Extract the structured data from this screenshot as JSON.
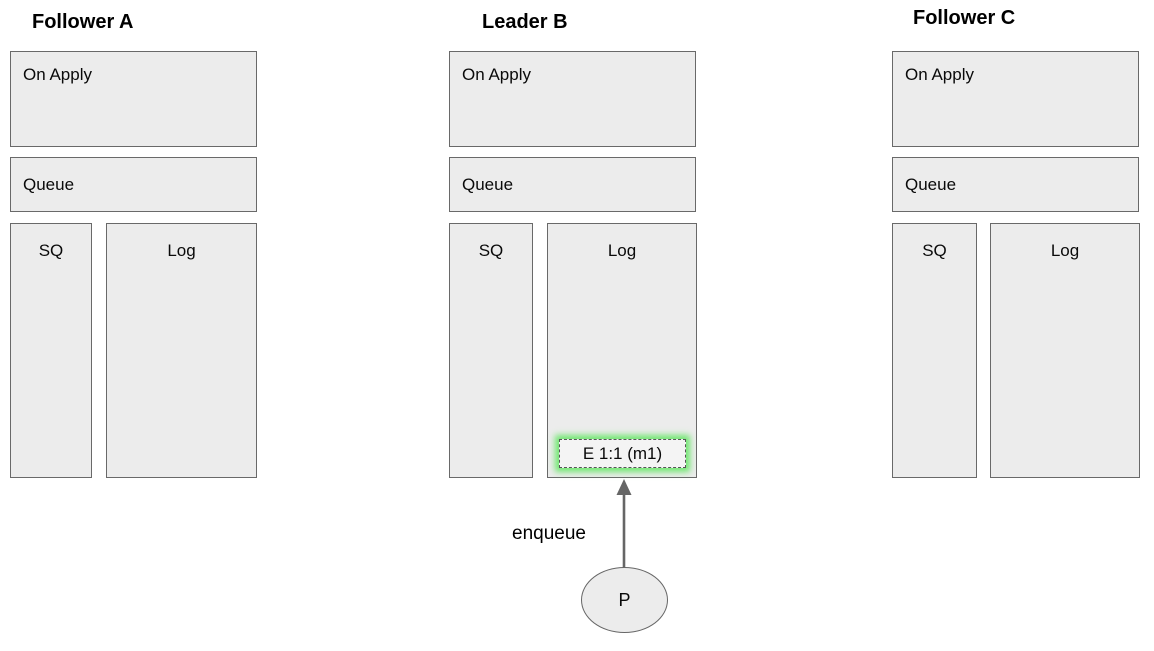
{
  "diagram": {
    "colors": {
      "box_fill": "#ececec",
      "box_border": "#696969",
      "entry_fill": "#f4f4f4",
      "entry_border": "#555555",
      "highlight_glow": "#5ce65c",
      "arrow": "#666666",
      "text": "#000000"
    },
    "columns": [
      {
        "id": "follower-a",
        "title": "Follower A",
        "boxes": {
          "on_apply": "On Apply",
          "queue": "Queue",
          "sq": "SQ",
          "log": "Log"
        }
      },
      {
        "id": "leader-b",
        "title": "Leader B",
        "boxes": {
          "on_apply": "On Apply",
          "queue": "Queue",
          "sq": "SQ",
          "log": "Log"
        },
        "log_entry": {
          "label": "E 1:1 (m1)",
          "highlighted": true
        }
      },
      {
        "id": "follower-c",
        "title": "Follower C",
        "boxes": {
          "on_apply": "On Apply",
          "queue": "Queue",
          "sq": "SQ",
          "log": "Log"
        }
      }
    ],
    "enqueue": {
      "arrow_label": "enqueue",
      "producer_label": "P"
    }
  }
}
